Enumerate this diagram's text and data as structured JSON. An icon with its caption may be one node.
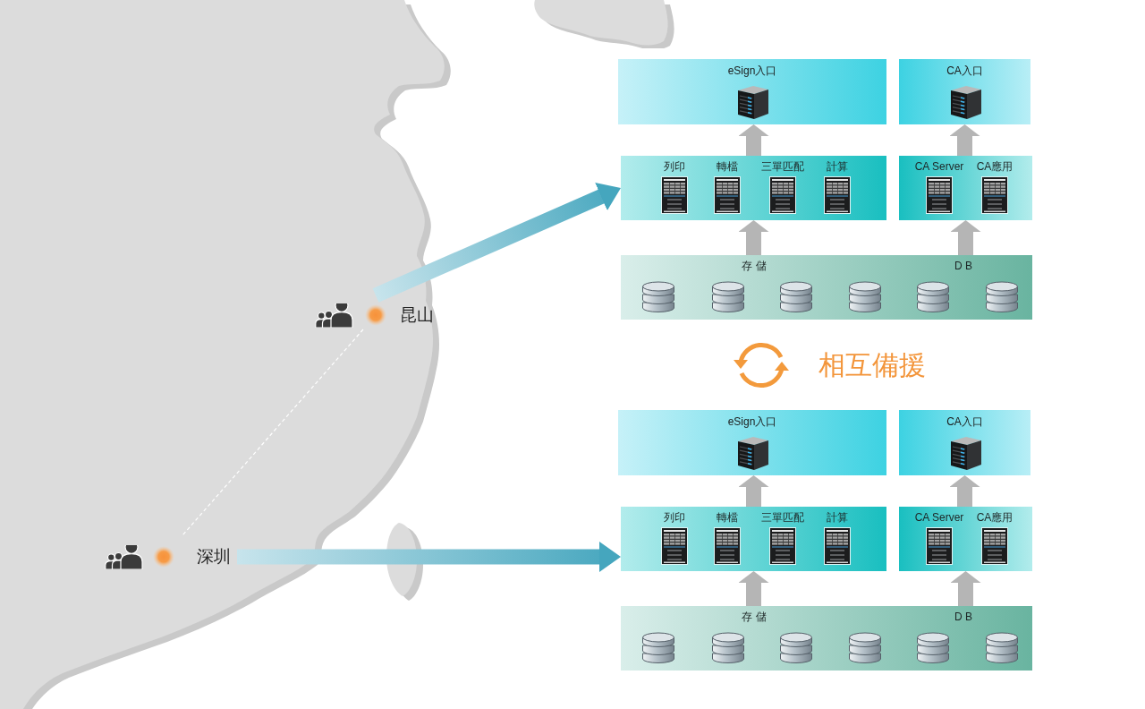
{
  "diagram": {
    "nodes": [
      {
        "text": [
          "eSign入口"
        ]
      },
      {
        "text": [
          "CA入口"
        ]
      },
      {
        "text": [
          "列印",
          "轉檔",
          "三單匹配",
          "計算"
        ]
      },
      {
        "text": [
          "CA Server",
          "CA應用"
        ]
      },
      {
        "text": [
          "存 儲",
          "D B"
        ]
      },
      {
        "text": [
          "eSign入口"
        ]
      },
      {
        "text": [
          "CA入口"
        ]
      },
      {
        "text": [
          "列印",
          "轉檔",
          "三單匹配",
          "計算"
        ]
      },
      {
        "text": [
          "CA Server",
          "CA應用"
        ]
      },
      {
        "text": [
          "存 儲",
          "D B"
        ]
      },
      {
        "text": [
          "昆山"
        ]
      },
      {
        "text": [
          "深圳"
        ]
      }
    ],
    "edges": [
      {
        "from": 4,
        "to": 2,
        "arrow": "to"
      },
      {
        "from": 2,
        "to": 0,
        "arrow": "to"
      },
      {
        "from": 4,
        "to": 3,
        "arrow": "to"
      },
      {
        "from": 3,
        "to": 1,
        "arrow": "to"
      },
      {
        "from": 9,
        "to": 7,
        "arrow": "to"
      },
      {
        "from": 7,
        "to": 5,
        "arrow": "to"
      },
      {
        "from": 9,
        "to": 8,
        "arrow": "to"
      },
      {
        "from": 8,
        "to": 6,
        "arrow": "to"
      },
      {
        "from": 10,
        "to": 2,
        "arrow": "to",
        "style": "thick",
        "color": "#45a6be"
      },
      {
        "from": 11,
        "to": 7,
        "arrow": "to",
        "style": "thick",
        "color": "#45a6be"
      },
      {
        "from": 10,
        "to": 11,
        "arrow": "none",
        "style": "dashed",
        "color": "#ffffff"
      }
    ],
    "labels": [
      "相互備援"
    ]
  }
}
